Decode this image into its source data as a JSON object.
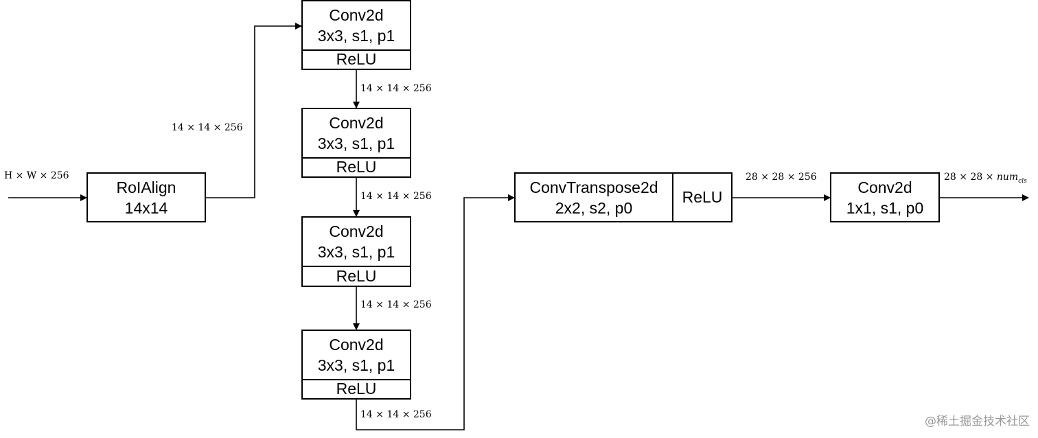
{
  "input_label": {
    "prefix": "H × W × 256"
  },
  "roialign": {
    "title": "RoIAlign",
    "size": "14x14"
  },
  "conv_blocks": [
    {
      "title": "Conv2d",
      "params": "3x3, s1, p1",
      "act": "ReLU"
    },
    {
      "title": "Conv2d",
      "params": "3x3, s1, p1",
      "act": "ReLU"
    },
    {
      "title": "Conv2d",
      "params": "3x3, s1, p1",
      "act": "ReLU"
    },
    {
      "title": "Conv2d",
      "params": "3x3, s1, p1",
      "act": "ReLU"
    }
  ],
  "dims": {
    "roi_out": "14 × 14 × 256",
    "c1_out": "14 × 14 × 256",
    "c2_out": "14 × 14 × 256",
    "c3_out": "14 × 14 × 256",
    "c4_out": "14 × 14 × 256",
    "deconv_out": "28 × 28 × 256",
    "final_out_prefix": "28 × 28 × ",
    "final_out_var": "num",
    "final_out_sub": "cls"
  },
  "deconv": {
    "title": "ConvTranspose2d",
    "params": "2x2, s2, p0",
    "act": "ReLU"
  },
  "final_conv": {
    "title": "Conv2d",
    "params": "1x1, s1, p0"
  },
  "watermark": "@稀土掘金技术社区"
}
